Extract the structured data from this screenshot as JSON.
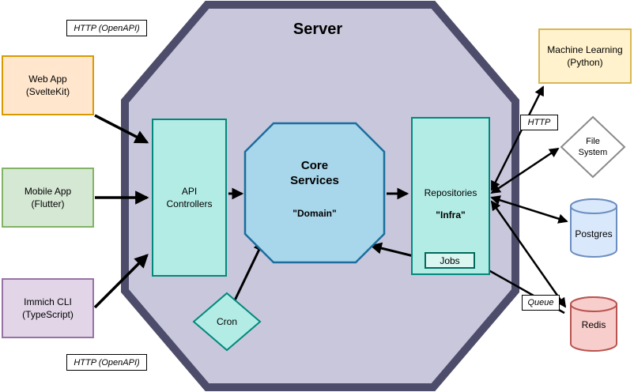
{
  "server": {
    "title": "Server"
  },
  "clients": {
    "web": {
      "line1": "Web App",
      "line2": "(SvelteKit)"
    },
    "mobile": {
      "line1": "Mobile App",
      "line2": "(Flutter)"
    },
    "cli": {
      "line1": "Immich CLI",
      "line2": "(TypeScript)"
    }
  },
  "protocol_labels": {
    "top": "HTTP (OpenAPI)",
    "bottom": "HTTP (OpenAPI)",
    "ml_http": "HTTP",
    "queue": "Queue"
  },
  "internal": {
    "api": {
      "line1": "API",
      "line2": "Controllers"
    },
    "core": {
      "line1": "Core",
      "line2": "Services",
      "sub": "\"Domain\""
    },
    "repositories": {
      "label": "Repositories",
      "sub": "\"Infra\"",
      "jobs": "Jobs"
    },
    "cron": "Cron"
  },
  "external": {
    "ml": {
      "line1": "Machine Learning",
      "line2": "(Python)"
    },
    "fs": {
      "line1": "File",
      "line2": "System"
    },
    "postgres": "Postgres",
    "redis": "Redis"
  },
  "palette": {
    "server_fill": "#c9c7dc",
    "server_border": "#4d4d6b",
    "teal_fill": "#b3ece5",
    "teal_border": "#00897b",
    "core_fill": "#a8d6ea",
    "core_border": "#1a6e9e",
    "web_fill": "#ffe6cc",
    "web_border": "#d79b00",
    "mobile_fill": "#d5e8d4",
    "mobile_border": "#82b366",
    "cli_fill": "#e1d5e7",
    "cli_border": "#9673a6",
    "ml_fill": "#fff2cc",
    "ml_border": "#d6b656",
    "postgres_fill": "#dae8fc",
    "postgres_border": "#6c8ebf",
    "redis_fill": "#f8cecc",
    "redis_border": "#b85450",
    "arrow": "#000000"
  }
}
